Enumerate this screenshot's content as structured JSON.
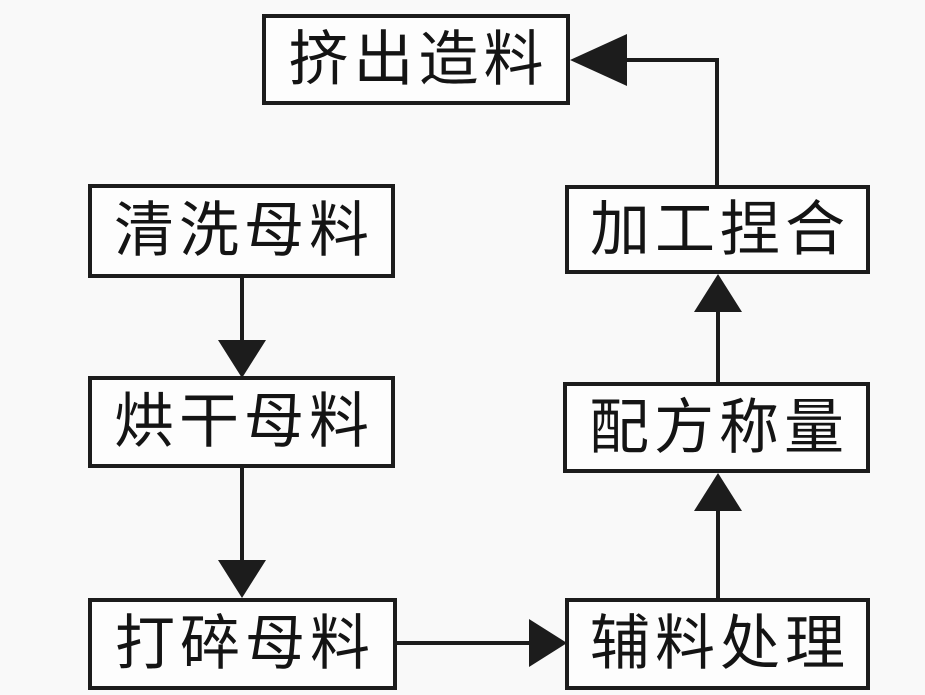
{
  "diagram": {
    "type": "flowchart",
    "colors": {
      "background": "#f9f9f9",
      "node_fill": "#fdfdfd",
      "line": "#1c1c1c",
      "text": "#141414"
    },
    "nodes": [
      {
        "id": "extrude",
        "label": "挤出造料"
      },
      {
        "id": "wash",
        "label": "清洗母料"
      },
      {
        "id": "dry",
        "label": "烘干母料"
      },
      {
        "id": "crush",
        "label": "打碎母料"
      },
      {
        "id": "knead",
        "label": "加工捏合"
      },
      {
        "id": "weigh",
        "label": "配方称量"
      },
      {
        "id": "aux",
        "label": "辅料处理"
      }
    ],
    "edges": [
      {
        "from": "wash",
        "to": "dry",
        "direction": "down"
      },
      {
        "from": "dry",
        "to": "crush",
        "direction": "down"
      },
      {
        "from": "crush",
        "to": "aux",
        "direction": "right"
      },
      {
        "from": "aux",
        "to": "weigh",
        "direction": "up"
      },
      {
        "from": "weigh",
        "to": "knead",
        "direction": "up"
      },
      {
        "from": "knead",
        "to": "extrude",
        "direction": "up-left-elbow"
      }
    ]
  }
}
